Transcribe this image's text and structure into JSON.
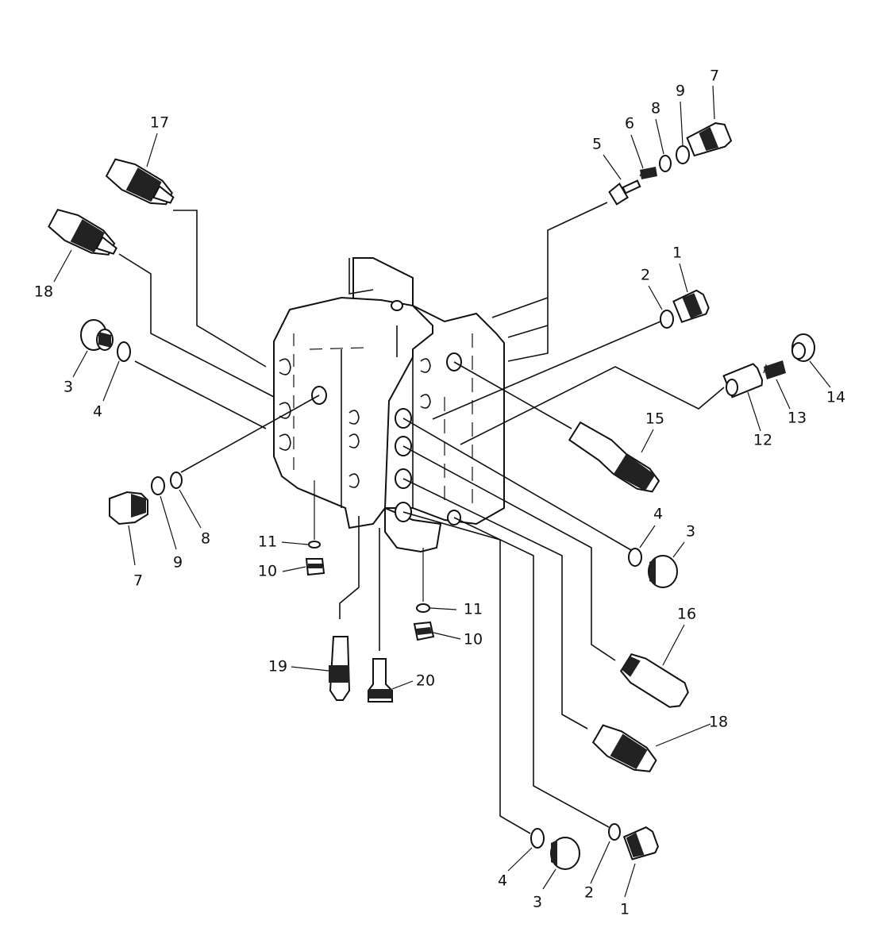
{
  "diagram": {
    "callouts": [
      {
        "id": "c17",
        "text": "17"
      },
      {
        "id": "c18a",
        "text": "18"
      },
      {
        "id": "c3a",
        "text": "3"
      },
      {
        "id": "c4a",
        "text": "4"
      },
      {
        "id": "c7a",
        "text": "7"
      },
      {
        "id": "c9a",
        "text": "9"
      },
      {
        "id": "c8a",
        "text": "8"
      },
      {
        "id": "c11a",
        "text": "11"
      },
      {
        "id": "c10a",
        "text": "10"
      },
      {
        "id": "c19",
        "text": "19"
      },
      {
        "id": "c20",
        "text": "20"
      },
      {
        "id": "c11b",
        "text": "11"
      },
      {
        "id": "c10b",
        "text": "10"
      },
      {
        "id": "c5",
        "text": "5"
      },
      {
        "id": "c6",
        "text": "6"
      },
      {
        "id": "c8b",
        "text": "8"
      },
      {
        "id": "c9b",
        "text": "9"
      },
      {
        "id": "c7b",
        "text": "7"
      },
      {
        "id": "c2a",
        "text": "2"
      },
      {
        "id": "c1a",
        "text": "1"
      },
      {
        "id": "c12",
        "text": "12"
      },
      {
        "id": "c13",
        "text": "13"
      },
      {
        "id": "c14",
        "text": "14"
      },
      {
        "id": "c15",
        "text": "15"
      },
      {
        "id": "c4b",
        "text": "4"
      },
      {
        "id": "c3b",
        "text": "3"
      },
      {
        "id": "c16",
        "text": "16"
      },
      {
        "id": "c18b",
        "text": "18"
      },
      {
        "id": "c4c",
        "text": "4"
      },
      {
        "id": "c3c",
        "text": "3"
      },
      {
        "id": "c2b",
        "text": "2"
      },
      {
        "id": "c1b",
        "text": "1"
      }
    ]
  }
}
